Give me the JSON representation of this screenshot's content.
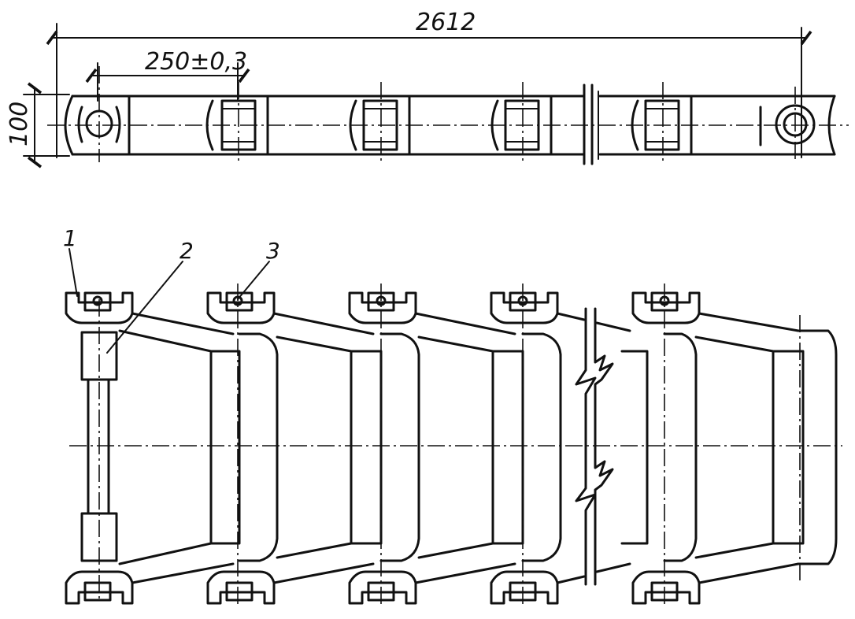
{
  "dimensions": {
    "overall_length": "2612",
    "pitch": "250±0,3",
    "height": "100"
  },
  "callouts": [
    {
      "label": "1"
    },
    {
      "label": "2"
    },
    {
      "label": "3"
    }
  ]
}
